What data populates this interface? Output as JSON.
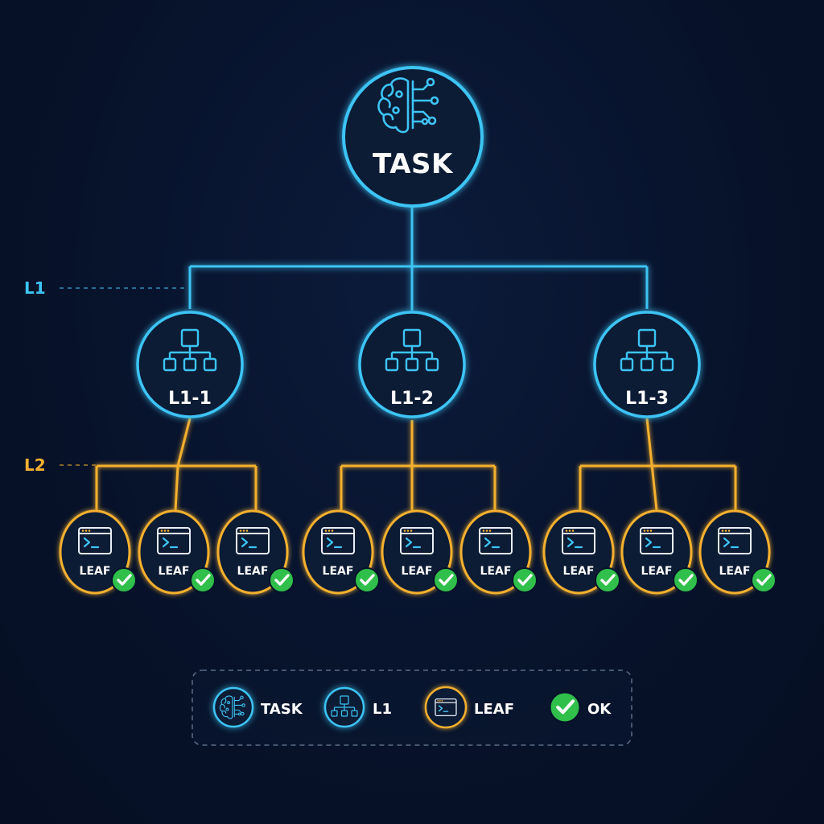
{
  "colors": {
    "background": "#07122a",
    "blue": "#3cc4f4",
    "orange": "#f4b02e",
    "green": "#2fbf4a",
    "text": "#ffffff"
  },
  "root": {
    "label": "TASK",
    "icon": "brain-circuit-icon"
  },
  "levels": {
    "l1": "L1",
    "l2": "L2"
  },
  "l1_nodes": [
    {
      "label": "L1-1",
      "icon": "hierarchy-icon",
      "leaves": [
        {
          "label": "LEAF",
          "icon": "terminal-window-icon",
          "status": "check-icon"
        },
        {
          "label": "LEAF",
          "icon": "terminal-window-icon",
          "status": "check-icon"
        },
        {
          "label": "LEAF",
          "icon": "terminal-window-icon",
          "status": "check-icon"
        }
      ]
    },
    {
      "label": "L1-2",
      "icon": "hierarchy-icon",
      "leaves": [
        {
          "label": "LEAF",
          "icon": "terminal-window-icon",
          "status": "check-icon"
        },
        {
          "label": "LEAF",
          "icon": "terminal-window-icon",
          "status": "check-icon"
        },
        {
          "label": "LEAF",
          "icon": "terminal-window-icon",
          "status": "check-icon"
        }
      ]
    },
    {
      "label": "L1-3",
      "icon": "hierarchy-icon",
      "leaves": [
        {
          "label": "LEAF",
          "icon": "terminal-window-icon",
          "status": "check-icon"
        },
        {
          "label": "LEAF",
          "icon": "terminal-window-icon",
          "status": "check-icon"
        },
        {
          "label": "LEAF",
          "icon": "terminal-window-icon",
          "status": "check-icon"
        }
      ]
    }
  ],
  "legend": [
    {
      "label": "TASK",
      "icon": "brain-circuit-icon"
    },
    {
      "label": "L1",
      "icon": "hierarchy-icon"
    },
    {
      "label": "LEAF",
      "icon": "terminal-window-icon"
    },
    {
      "label": "OK",
      "icon": "check-icon"
    }
  ]
}
